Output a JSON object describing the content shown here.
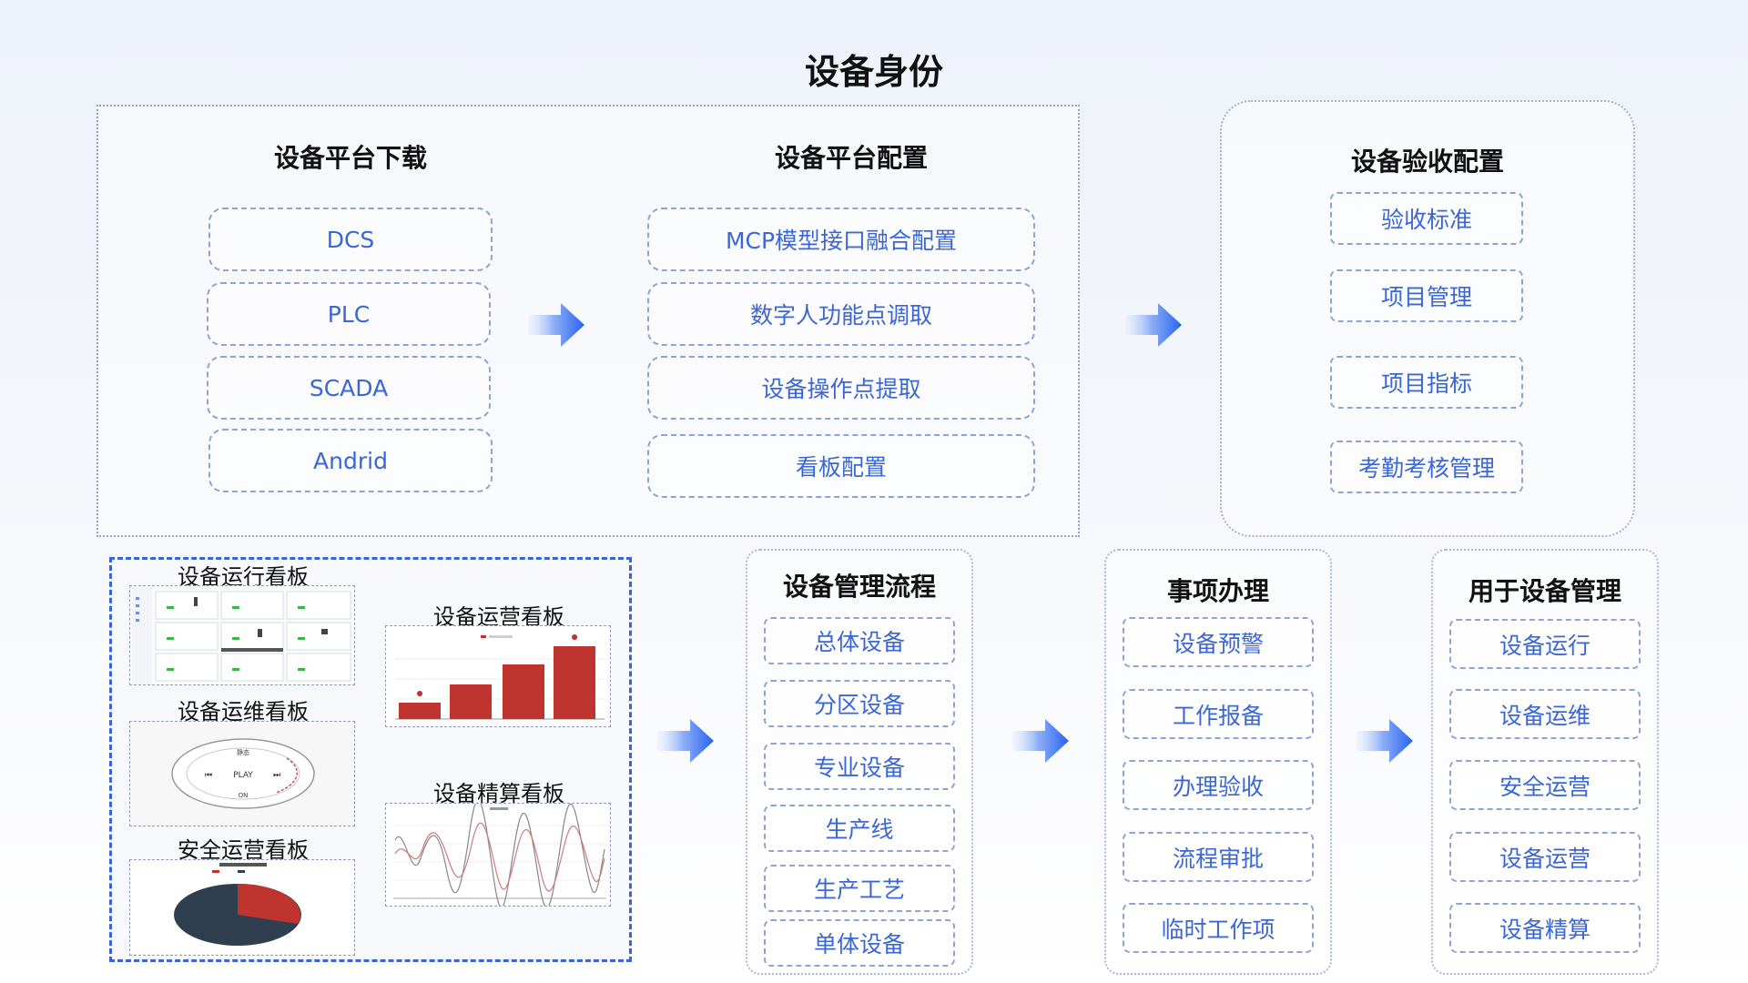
{
  "title": "设备身份",
  "download": {
    "heading": "设备平台下载",
    "items": [
      "DCS",
      "PLC",
      "SCADA",
      "Andrid"
    ]
  },
  "config": {
    "heading": "设备平台配置",
    "items": [
      "MCP模型接口融合配置",
      "数字人功能点调取",
      "设备操作点提取",
      "看板配置"
    ]
  },
  "acceptance": {
    "heading": "设备验收配置",
    "items": [
      "验收标准",
      "项目管理",
      "项目指标",
      "考勤考核管理"
    ]
  },
  "dashboards": {
    "operation": "设备运行看板",
    "business": "设备运营看板",
    "maintenance": "设备运维看板",
    "settlement": "设备精算看板",
    "safety": "安全运营看板",
    "player": {
      "top": "静态",
      "center": "PLAY",
      "bottom": "ON"
    }
  },
  "flow": {
    "heading": "设备管理流程",
    "items": [
      "总体设备",
      "分区设备",
      "专业设备",
      "生产线",
      "生产工艺",
      "单体设备"
    ]
  },
  "matters": {
    "heading": "事项办理",
    "items": [
      "设备预警",
      "工作报备",
      "办理验收",
      "流程审批",
      "临时工作项"
    ]
  },
  "usage": {
    "heading": "用于设备管理",
    "items": [
      "设备运行",
      "设备运维",
      "安全运营",
      "设备运营",
      "设备精算"
    ]
  },
  "colors": {
    "accent_blue": "#3a66d6",
    "arrow_blue": "#2f6bf0",
    "bar_red": "#c0342f",
    "pie_dark": "#2f3f4f"
  }
}
